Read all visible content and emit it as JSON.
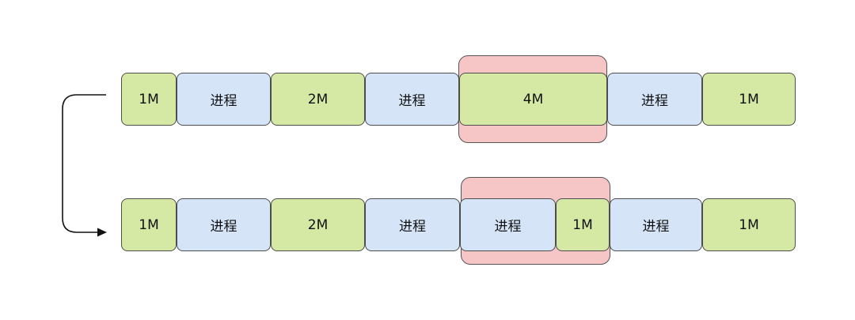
{
  "colors": {
    "free": "#d5e8a4",
    "process": "#d6e4f8",
    "highlight": "#f6c5c5",
    "stroke": "#4d4d4d"
  },
  "row1": [
    "1M",
    "进程",
    "2M",
    "进程",
    "4M",
    "进程",
    "1M"
  ],
  "row2": [
    "1M",
    "进程",
    "2M",
    "进程",
    "进程",
    "1M",
    "进程",
    "1M"
  ],
  "arrow": {
    "icon": "curved-down-arrow-icon"
  }
}
